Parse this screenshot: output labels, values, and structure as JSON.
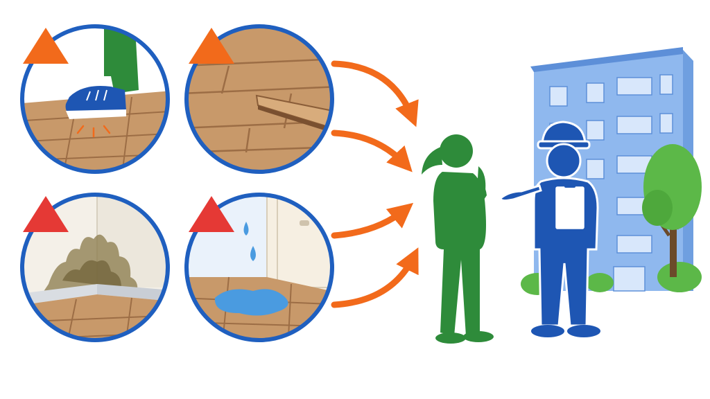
{
  "colors": {
    "background": "#ffffff",
    "ring_blue": "#1f5fbf",
    "warning_orange": "#f26a1b",
    "warning_red": "#e53935",
    "arrow_orange": "#f26a1b",
    "floor_wood": "#c8996a",
    "floor_wood_dark": "#9c6d45",
    "resident_green": "#2e8b3a",
    "inspector_blue": "#1e56b3",
    "building_light_blue": "#8fb8ee",
    "building_window": "#d8e7fb",
    "tree_green": "#5cb848",
    "water_blue": "#4a9be0",
    "mold_brown": "#8a7a4a"
  },
  "panels": [
    {
      "id": "creaking-floor",
      "warning_color": "#f26a1b"
    },
    {
      "id": "lifted-floorboard",
      "warning_color": "#f26a1b"
    },
    {
      "id": "mold-corner",
      "warning_color": "#e53935"
    },
    {
      "id": "water-leak",
      "warning_color": "#e53935"
    }
  ],
  "icons": [
    "warning-triangle-icon",
    "arrow-icon",
    "resident-icon",
    "inspector-icon",
    "building-icon",
    "tree-icon",
    "water-drop-icon"
  ]
}
